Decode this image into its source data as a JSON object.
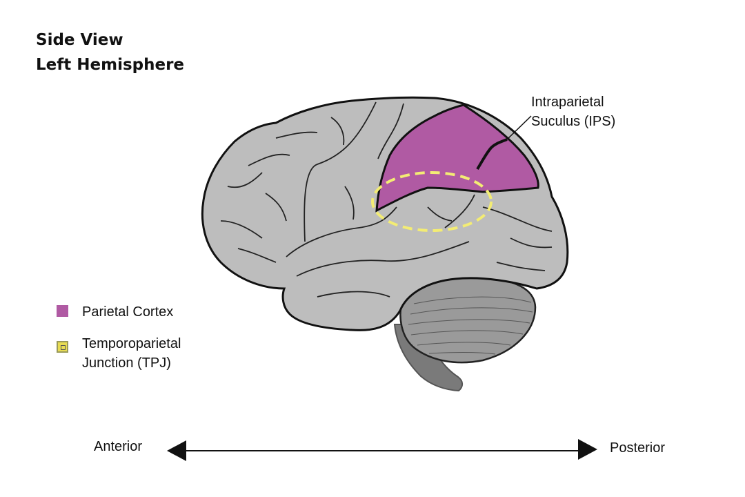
{
  "title": {
    "line1": "Side View",
    "line2": "Left Hemisphere"
  },
  "annotations": {
    "ips": {
      "line1": "Intraparietal",
      "line2": "Suculus (IPS)"
    }
  },
  "legend": [
    {
      "label": "Parietal Cortex",
      "color": "#b05aa3"
    },
    {
      "label_line1": "Temporoparietal",
      "label_line2": "Junction (TPJ)",
      "color": "#e8dc53"
    }
  ],
  "axis": {
    "left_label": "Anterior",
    "right_label": "Posterior"
  },
  "colors": {
    "brain": "#bdbdbd",
    "parietal": "#b05aa3",
    "tpj_outline": "#f3ec74",
    "cerebellum": "#9a9a9a",
    "stem": "#7a7a7a"
  }
}
